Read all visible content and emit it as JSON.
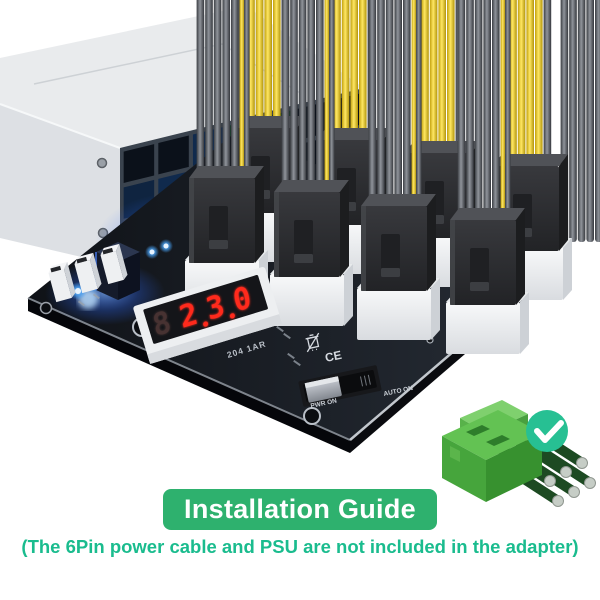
{
  "page": {
    "background_color": "#ffffff"
  },
  "banner": {
    "label": "Installation Guide",
    "background_color": "#2eb16e",
    "text_color": "#ffffff"
  },
  "disclaimer": {
    "text": "(The 6Pin power cable and PSU are not included in the adapter)",
    "color": "#1abc8e"
  },
  "check_badge": {
    "icon": "check-circle-icon",
    "background_color": "#27c093",
    "check_color": "#ffffff"
  },
  "connector_graphic": {
    "icon": "green-6pin-connector-icon",
    "body_color": "#57b94c",
    "wire_color": "#1d4a22",
    "pin_tip_color": "#c6cdc6",
    "pin_count": 6
  },
  "psu": {
    "body_color": "#e9ebed",
    "vent_color": "#0b111a",
    "glow_color": "#3f7cff",
    "screw_count": 2
  },
  "adapter_board": {
    "pcb_color": "#171b21",
    "socket_color": "#f2f3f5",
    "plug_color": "#2c2d2f",
    "port_count": 8,
    "cable_colors": {
      "yellow": "#f2d024",
      "gray": "#5a5d63"
    },
    "status_led_color": "#57b1ff",
    "led_display": {
      "digits": [
        "8",
        "2",
        "3",
        "0"
      ],
      "dim_digit_index": 0,
      "digit_color": "#ff2a1e",
      "label": "204 1AR"
    },
    "power_switch": {
      "left_label": "PWR ON",
      "right_label": "AUTO ON"
    },
    "certification": {
      "ce_mark": "CE",
      "weee_icon": "weee-crossed-bin-icon"
    }
  }
}
